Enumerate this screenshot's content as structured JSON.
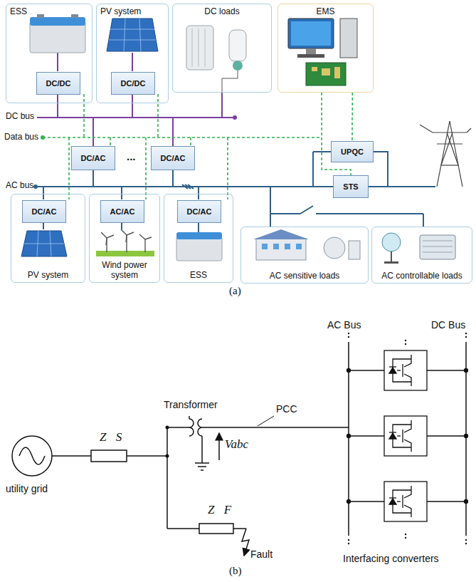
{
  "diagram": {
    "nodes": [
      {
        "text": [
          "ESS"
        ]
      },
      {
        "text": [
          "DC/DC"
        ],
        "in": 0
      },
      {
        "text": [
          "PV system"
        ]
      },
      {
        "text": [
          "DC/DC"
        ],
        "in": 2
      },
      {
        "text": [
          "DC loads"
        ]
      },
      {
        "text": [
          "EMS"
        ]
      },
      {
        "text": [
          "DC/AC"
        ]
      },
      {
        "text": [
          "DC/AC"
        ]
      },
      {
        "text": [
          "UPQC"
        ]
      },
      {
        "text": [
          "STS"
        ]
      },
      {
        "text": [
          "PV system"
        ]
      },
      {
        "text": [
          "DC/AC"
        ],
        "in": 10
      },
      {
        "text": [
          "Wind power system"
        ]
      },
      {
        "text": [
          "AC/AC"
        ],
        "in": 12
      },
      {
        "text": [
          "ESS"
        ]
      },
      {
        "text": [
          "DC/AC"
        ],
        "in": 14
      },
      {
        "text": [
          "AC sensitive loads"
        ]
      },
      {
        "text": [
          "AC controllable loads"
        ]
      }
    ],
    "edges": [
      {
        "from": 5,
        "to": 8,
        "arrow": "none"
      },
      {
        "from": 5,
        "to": 9,
        "arrow": "none"
      },
      {
        "from": 8,
        "to": 9,
        "arrow": "none"
      }
    ],
    "labels": [
      "DC bus",
      "Data bus",
      "AC bus",
      "...",
      "(a)",
      "utility grid",
      "Z⃗S",
      "Transformer",
      "Vabc",
      "PCC",
      "Z⃗F",
      "Fault",
      "AC Bus",
      "DC Bus",
      "Interfacing converters",
      "(b)"
    ]
  }
}
